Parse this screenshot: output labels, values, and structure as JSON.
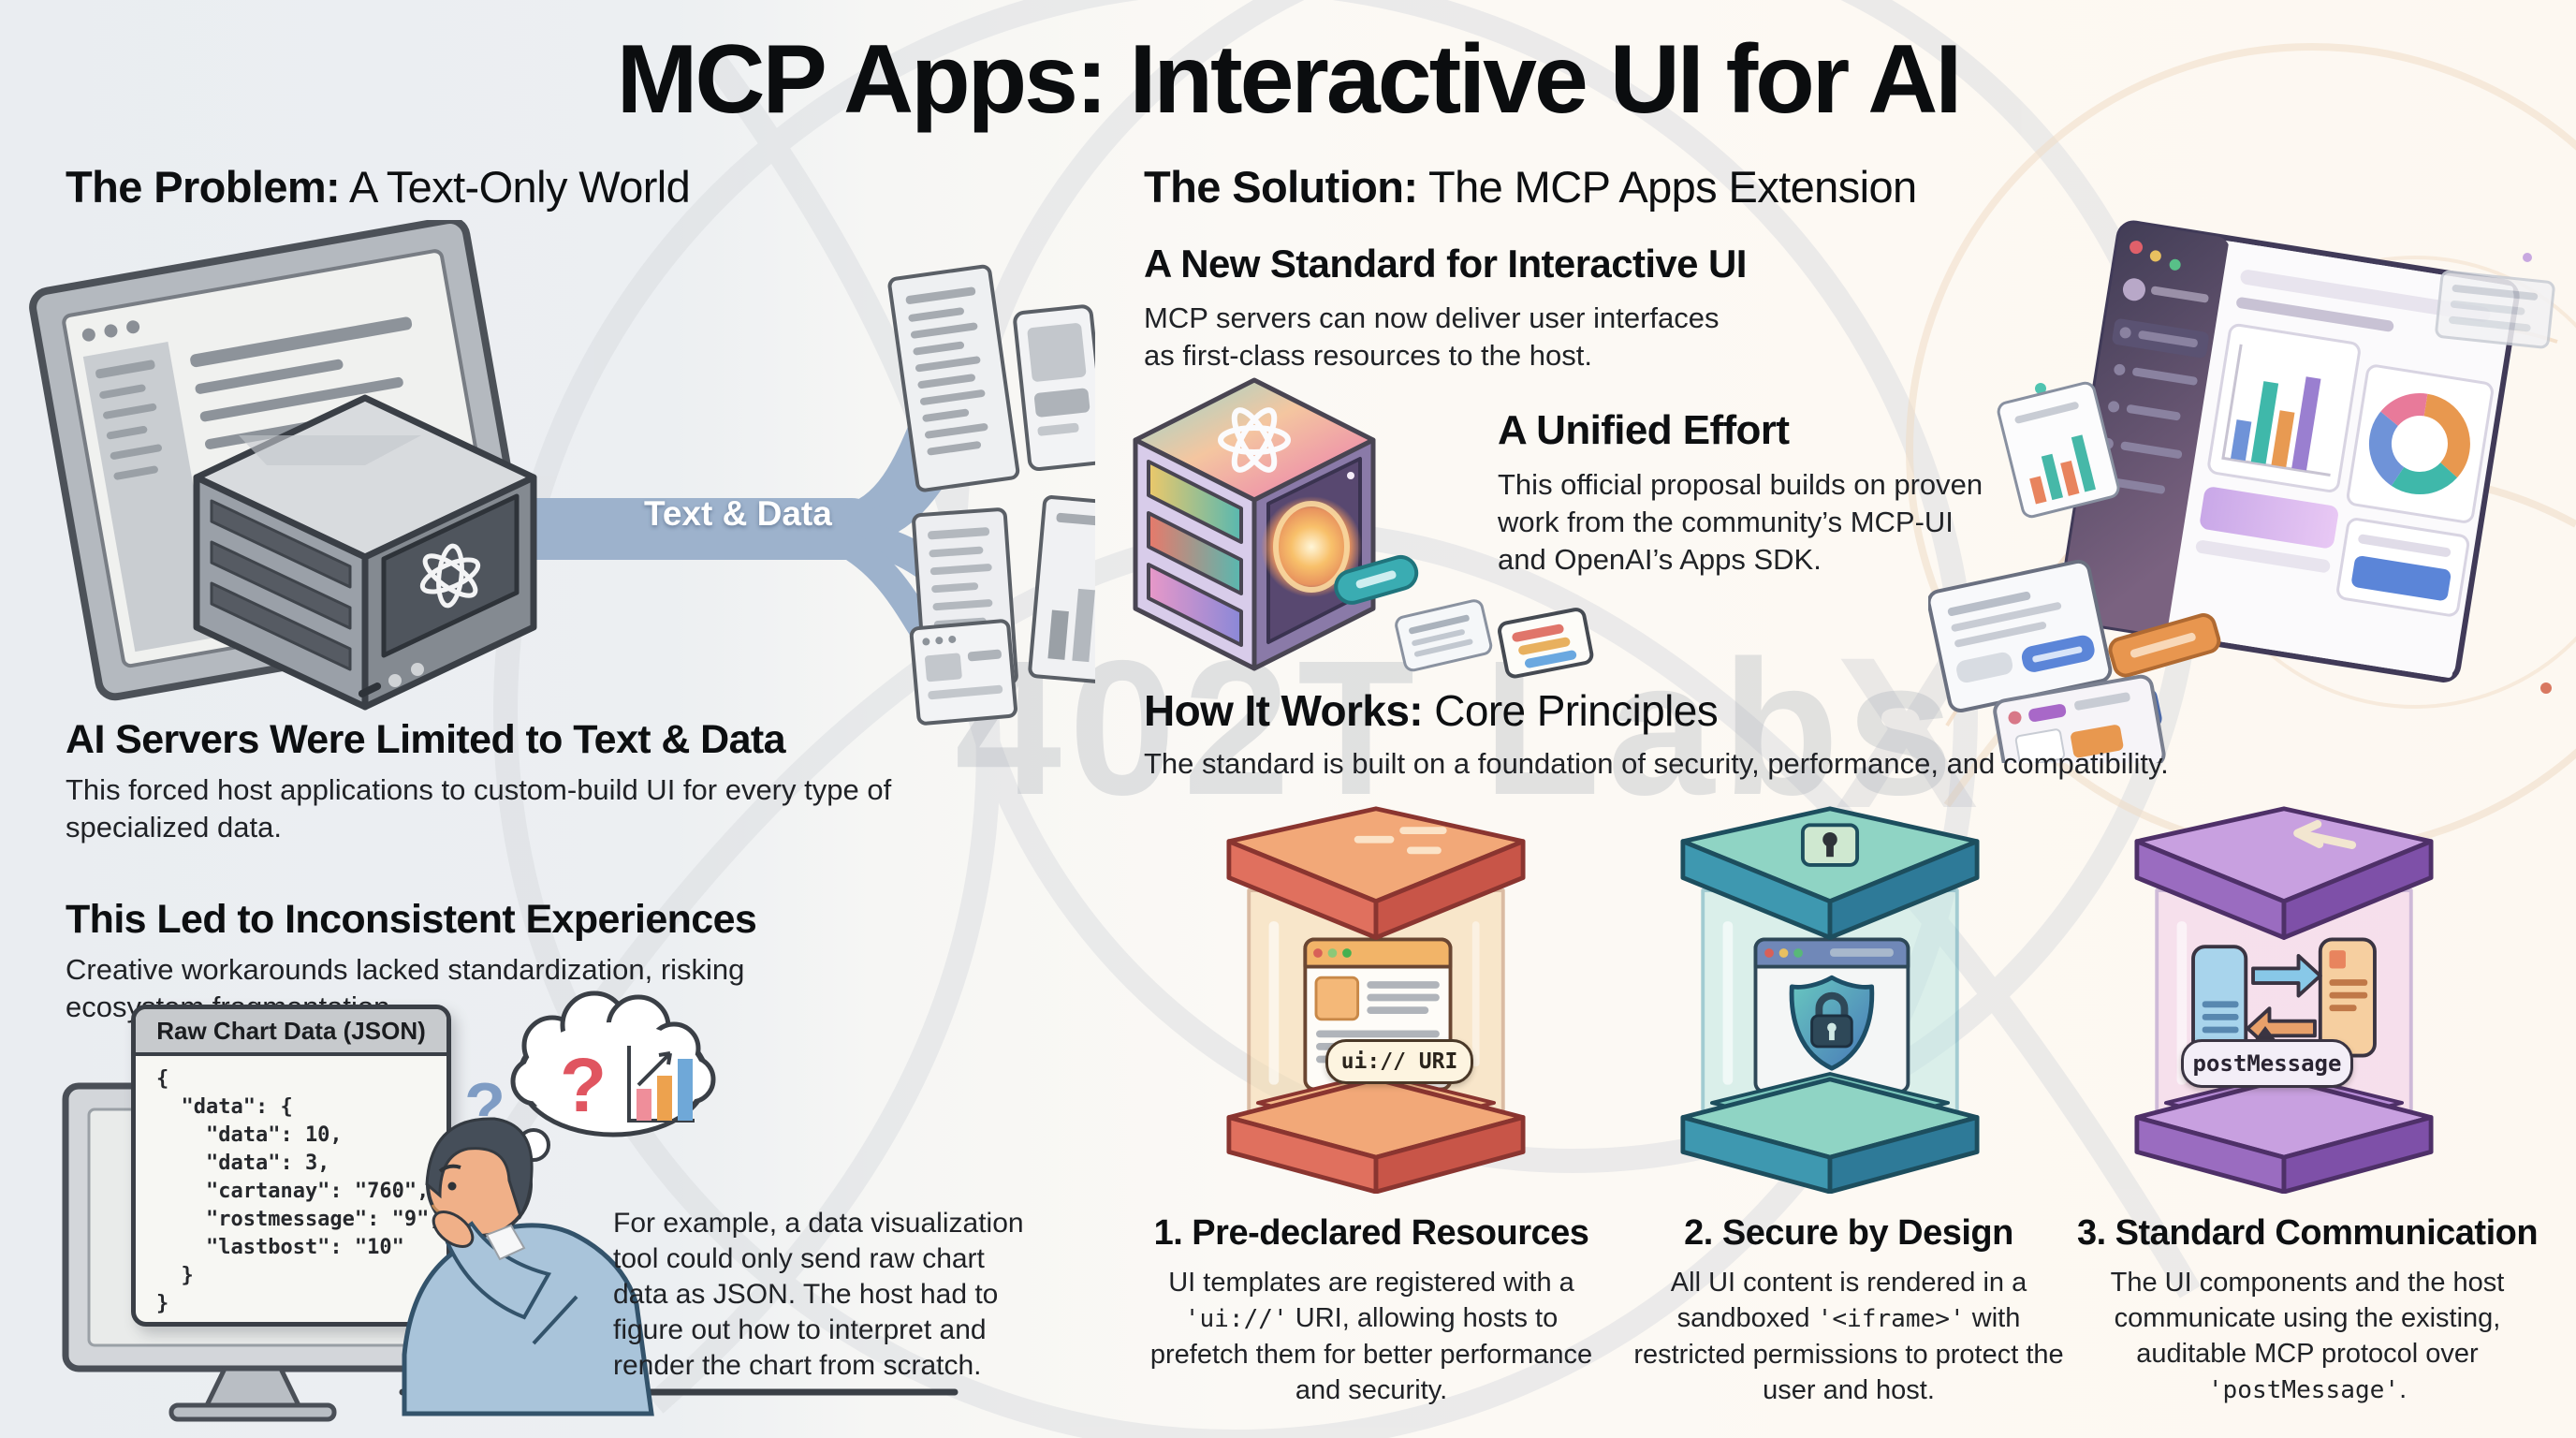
{
  "title": "MCP Apps: Interactive UI for AI",
  "watermark": "402T Labs",
  "watermark2": "X",
  "problem": {
    "heading_bold": "The Problem:",
    "heading_rest": " A Text-Only World",
    "pipe_label": "Text & Data",
    "section1_title": "AI Servers Were Limited to Text & Data",
    "section1_body": "This forced host applications to custom-build UI for every type of specialized data.",
    "section2_title": "This Led to Inconsistent Experiences",
    "section2_body": "Creative workarounds lacked standardization, risking ecosystem fragmentation.",
    "json_window_title": "Raw Chart Data (JSON)",
    "json_lines": [
      "{",
      "  \"data\": {",
      "    \"data\": 10,",
      "    \"data\": 3,",
      "    \"cartanay\": \"760\",",
      "    \"rostmessage\": \"9\",",
      "    \"lastbost\": \"10\"",
      "  }",
      "}"
    ],
    "question_mark": "?",
    "example_caption": "For example, a data visualization tool could only send raw chart data as JSON. The host had to figure out how to interpret and render the chart from scratch."
  },
  "solution": {
    "heading_bold": "The Solution:",
    "heading_rest": " The MCP Apps Extension",
    "standard_title": "A New Standard for Interactive UI",
    "standard_body": "MCP servers can now deliver user interfaces as first-class resources to the host.",
    "unified_title": "A Unified Effort",
    "unified_body": "This official proposal builds on proven work from the community’s MCP-UI and OpenAI’s Apps SDK."
  },
  "how": {
    "heading_bold": "How It Works:",
    "heading_rest": " Core Principles",
    "subtitle": "The standard is built on a foundation of security, performance, and compatibility.",
    "pillars": [
      {
        "title": "1. Pre-declared Resources",
        "badge": "ui:// URI",
        "body": [
          {
            "text": "UI templates are registered with a "
          },
          {
            "text": "'ui://'",
            "code": true
          },
          {
            "text": " URI, allowing hosts to prefetch them for better performance and security."
          }
        ]
      },
      {
        "title": "2. Secure by Design",
        "body": [
          {
            "text": "All UI content is rendered in a sandboxed "
          },
          {
            "text": "'<iframe>'",
            "code": true
          },
          {
            "text": " with restricted permissions to protect the user and host."
          }
        ]
      },
      {
        "title": "3. Standard Communication",
        "badge": "postMessage",
        "body": [
          {
            "text": "The UI components and the host communicate using the existing, auditable MCP protocol over "
          },
          {
            "text": "'postMessage'",
            "code": true
          },
          {
            "text": "."
          }
        ]
      }
    ]
  },
  "colors": {
    "pillar1_accent": "#e0705e",
    "pillar2_accent": "#3e98b0",
    "pillar3_accent": "#9a6cc0",
    "pipe": "#9db2cc"
  }
}
